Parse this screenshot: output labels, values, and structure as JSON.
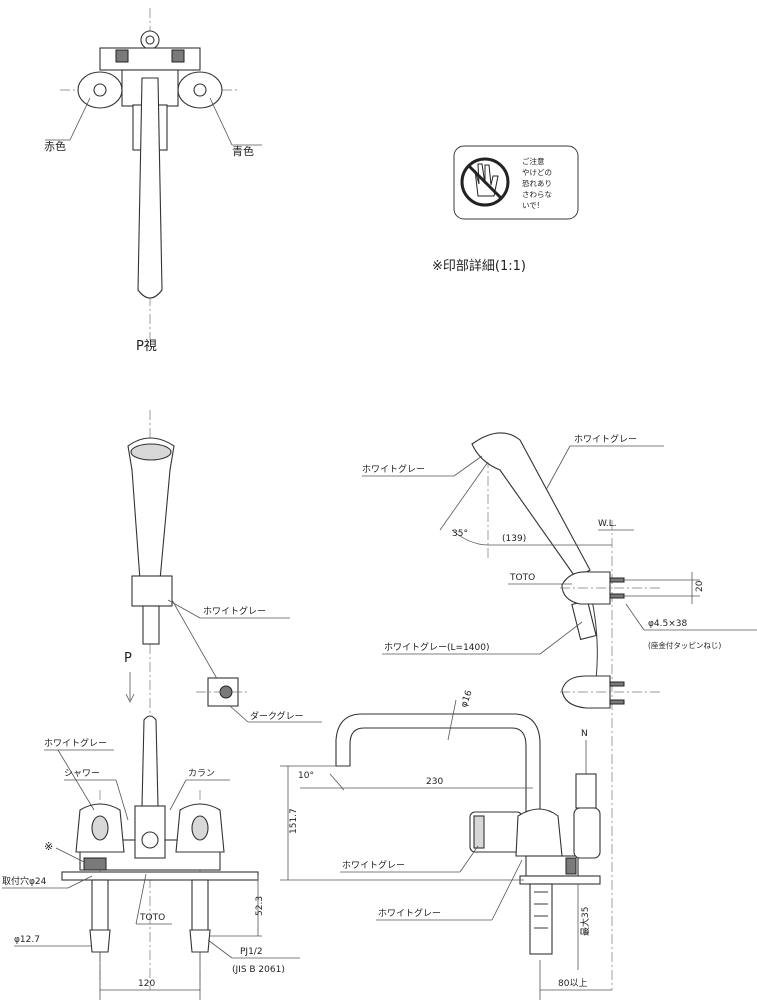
{
  "top_view": {
    "red_label": "赤色",
    "blue_label": "青色",
    "view_label": "P視"
  },
  "caution_label": {
    "text_lines": [
      "ご注意",
      "やけどの",
      "恐れあり",
      "さわらな",
      "いで!"
    ],
    "detail_caption": "※印部詳細(1:1)"
  },
  "front_view": {
    "white_gray_shower": "ホワイトグレー",
    "dark_gray": "ダークグレー",
    "white_gray_body": "ホワイトグレー",
    "shower_label": "シャワー",
    "collar_label": "カラン",
    "asterisk": "※",
    "mount_hole": "取付穴φ24",
    "toto": "TOTO",
    "pipe_dia": "φ12.7",
    "height_52": "52.3",
    "pitch": "120",
    "thread_1": "PJ1/2",
    "thread_2": "(JIS B 2061)",
    "p_arrow": "P"
  },
  "side_view": {
    "white_gray_head": "ホワイトグレー",
    "white_gray_hose_top": "ホワイトグレー",
    "angle_35": "35°",
    "dim_139": "(139)",
    "wl": "W.L.",
    "toto": "TOTO",
    "dim_20": "20",
    "hose": "ホワイトグレー(L=1400)",
    "screw": "φ4.5×38",
    "screw_note": "(座金付タッピンねじ)",
    "spout_dia": "φ16",
    "angle_10": "10°",
    "reach_230": "230",
    "height_151": "151.7",
    "n_label": "N",
    "white_gray_a": "ホワイトグレー",
    "white_gray_b": "ホワイトグレー",
    "max_35": "最大35",
    "min_80": "80以上"
  }
}
